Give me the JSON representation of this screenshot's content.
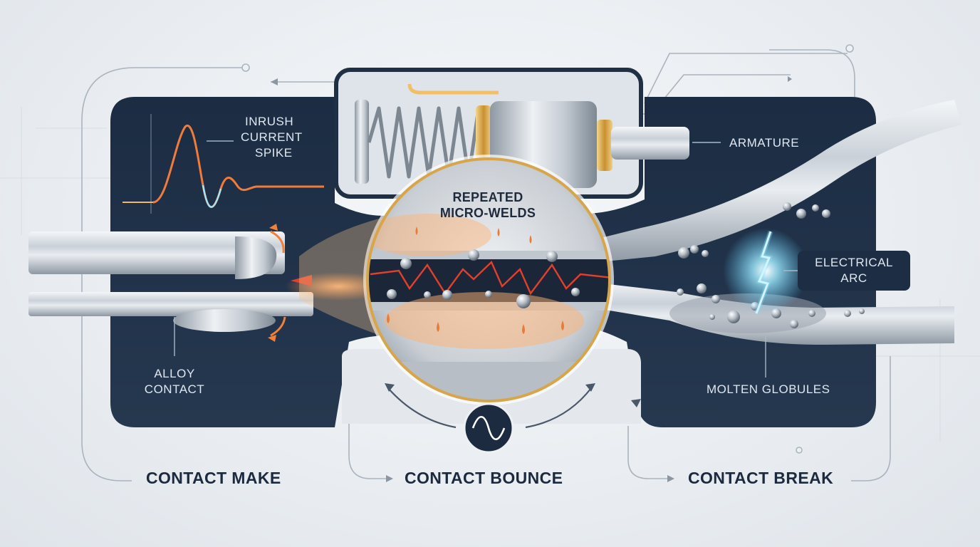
{
  "labels": {
    "inrush_line1": "INRUSH",
    "inrush_line2": "CURRENT",
    "inrush_line3": "SPIKE",
    "armature": "ARMATURE",
    "welds_line1": "REPEATED",
    "welds_line2": "MICRO-WELDS",
    "arc_line1": "ELECTRICAL",
    "arc_line2": "ARC",
    "alloy_line1": "ALLOY",
    "alloy_line2": "CONTACT",
    "molten": "MOLTEN GLOBULES"
  },
  "stages": [
    "CONTACT MAKE",
    "CONTACT BOUNCE",
    "CONTACT BREAK"
  ],
  "icons": {
    "bounce_indicator": "sine-wave-icon",
    "arrow": "arrow-icon"
  },
  "colors": {
    "panel_dark": "#1e2f45",
    "accent_orange": "#f0803a",
    "accent_red": "#e2402b",
    "spark_blue": "#8fe6ff",
    "gold": "#d7a54a"
  }
}
